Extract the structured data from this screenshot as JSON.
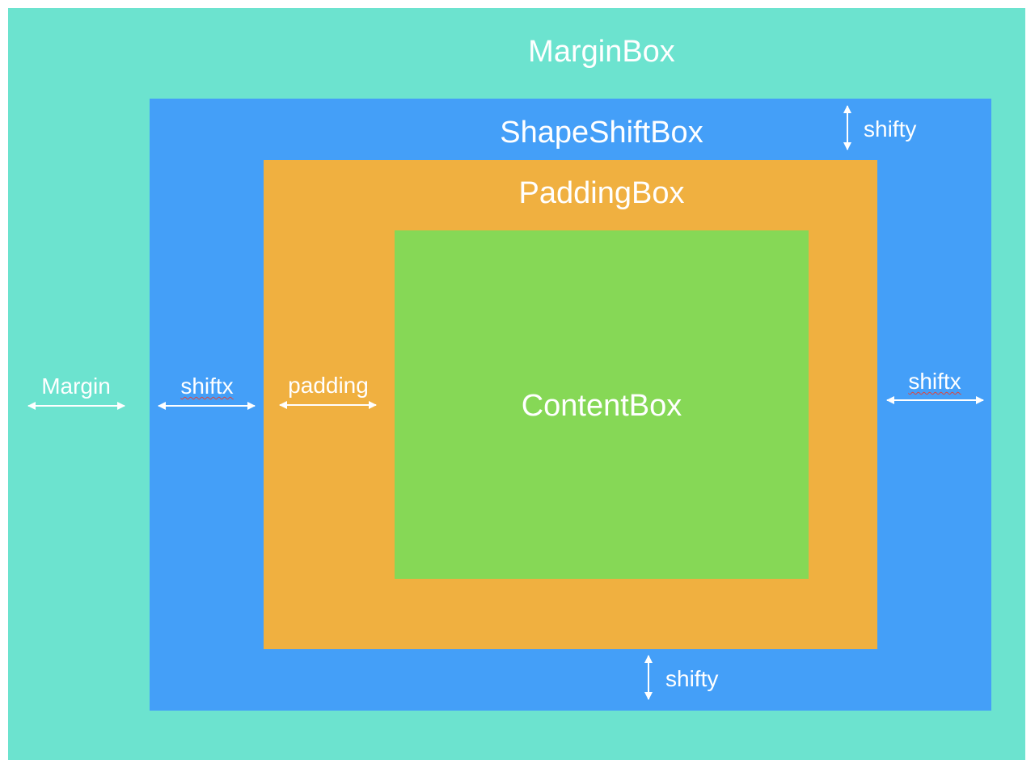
{
  "colors": {
    "margin_box": "#6ce3cf",
    "shape_shift_box": "#449ff8",
    "padding_box": "#f0b040",
    "content_box": "#86d856",
    "arrow": "#ffffff"
  },
  "boxes": {
    "margin_box_title": "MarginBox",
    "shape_shift_box_title": "ShapeShiftBox",
    "padding_box_title": "PaddingBox",
    "content_box_title": "ContentBox"
  },
  "labels": {
    "margin": "Margin",
    "shiftx_left": "shiftx",
    "padding": "padding",
    "shiftx_right": "shiftx",
    "shifty_top": "shifty",
    "shifty_bottom": "shifty"
  }
}
